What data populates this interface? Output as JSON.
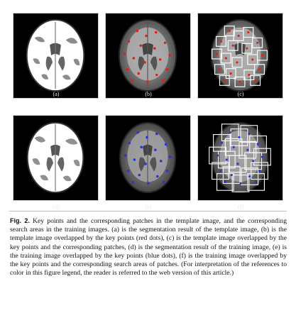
{
  "figure": {
    "panels": [
      {
        "label": "(a)"
      },
      {
        "label": "(b)"
      },
      {
        "label": "(c)"
      },
      {
        "label": "(d)"
      },
      {
        "label": "(e)"
      },
      {
        "label": "(f)"
      }
    ],
    "colors": {
      "key_point_template": "#e0201b",
      "key_point_training": "#2433e6",
      "patch_box": "#ffffff"
    },
    "caption": {
      "figure_number": "Fig. 2.",
      "text": "Key points and the corresponding patches in the template image, and the corresponding search areas in the training images. (a) is the segmentation result of the template image, (b) is the template image overlapped by the key points (red dots), (c) is the template image overlapped by the key points and the corresponding patches, (d) is the segmentation result of the training image, (e) is the training image overlapped by the key points (blue dots), (f) is the training image overlapped by the key points and the corresponding search areas of patches. (For interpretation of the references to color in this figure legend, the reader is referred to the web version of this article.)"
    }
  }
}
